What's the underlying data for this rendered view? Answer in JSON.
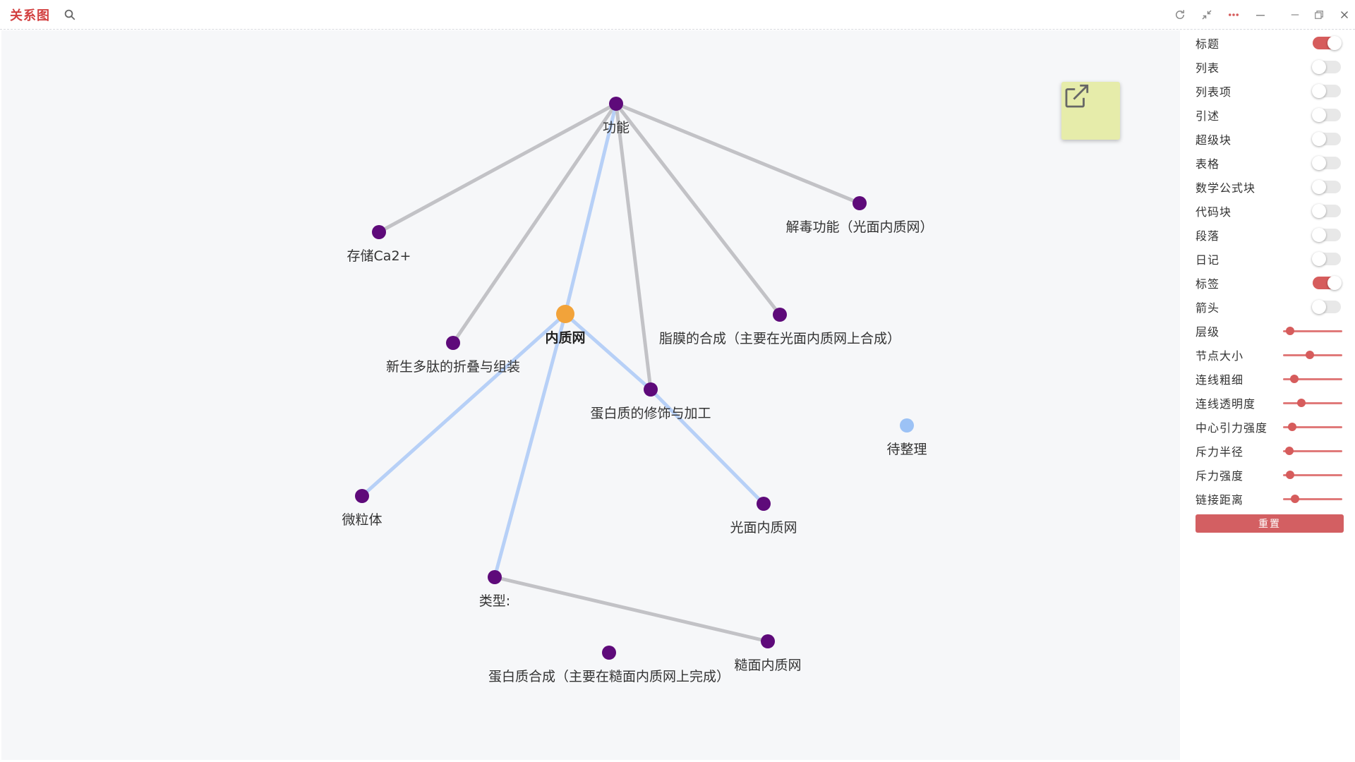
{
  "app": {
    "title": "关系图"
  },
  "toolbar": {
    "icons": [
      "search-icon",
      "refresh-icon",
      "collapse-icon",
      "more-icon",
      "minimize-panel-icon",
      "window-minimize-icon",
      "window-restore-icon",
      "window-close-icon"
    ]
  },
  "colors": {
    "accent": "#d65c5c",
    "node_default": "#5e0a7a",
    "node_current": "#f2a33a",
    "node_orphan": "#9cc2f5",
    "edge_default": "#c2c2c6",
    "edge_highlight": "#b7d0f7",
    "open_tile_bg": "#e6ecaa"
  },
  "graph": {
    "nodes": [
      {
        "id": "gongneng",
        "label": "功能",
        "type": "default",
        "bold": false
      },
      {
        "id": "cunchu",
        "label": "存储Ca2+",
        "type": "default",
        "bold": false
      },
      {
        "id": "jiedu",
        "label": "解毒功能（光面内质网）",
        "type": "default",
        "bold": false
      },
      {
        "id": "neizhiwang",
        "label": "内质网",
        "type": "current",
        "bold": true
      },
      {
        "id": "xinsheng",
        "label": "新生多肽的折叠与组装",
        "type": "default",
        "bold": false
      },
      {
        "id": "zhimo",
        "label": "脂膜的合成（主要在光面内质网上合成）",
        "type": "default",
        "bold": false
      },
      {
        "id": "danbaixiushi",
        "label": "蛋白质的修饰与加工",
        "type": "default",
        "bold": false
      },
      {
        "id": "daizhengli",
        "label": "待整理",
        "type": "orphan",
        "bold": false
      },
      {
        "id": "weilit",
        "label": "微粒体",
        "type": "default",
        "bold": false
      },
      {
        "id": "guangmian",
        "label": "光面内质网",
        "type": "default",
        "bold": false
      },
      {
        "id": "leixing",
        "label": "类型:",
        "type": "default",
        "bold": false
      },
      {
        "id": "danbaihecheng",
        "label": "蛋白质合成（主要在糙面内质网上完成）",
        "type": "default",
        "bold": false
      },
      {
        "id": "caomian",
        "label": "糙面内质网",
        "type": "default",
        "bold": false
      }
    ],
    "edges": [
      {
        "from": "gongneng",
        "to": "cunchu",
        "highlight": false
      },
      {
        "from": "gongneng",
        "to": "xinsheng",
        "highlight": false
      },
      {
        "from": "gongneng",
        "to": "neizhiwang",
        "highlight": true
      },
      {
        "from": "gongneng",
        "to": "danbaixiushi",
        "highlight": false
      },
      {
        "from": "gongneng",
        "to": "zhimo",
        "highlight": false
      },
      {
        "from": "gongneng",
        "to": "jiedu",
        "highlight": false
      },
      {
        "from": "neizhiwang",
        "to": "weilit",
        "highlight": true
      },
      {
        "from": "neizhiwang",
        "to": "leixing",
        "highlight": true
      },
      {
        "from": "neizhiwang",
        "to": "danbaixiushi",
        "highlight": true
      },
      {
        "from": "danbaixiushi",
        "to": "guangmian",
        "highlight": true
      },
      {
        "from": "leixing",
        "to": "caomian",
        "highlight": false
      }
    ]
  },
  "panel": {
    "toggles": [
      {
        "label": "标题",
        "on": true
      },
      {
        "label": "列表",
        "on": false
      },
      {
        "label": "列表项",
        "on": false
      },
      {
        "label": "引述",
        "on": false
      },
      {
        "label": "超级块",
        "on": false
      },
      {
        "label": "表格",
        "on": false
      },
      {
        "label": "数学公式块",
        "on": false
      },
      {
        "label": "代码块",
        "on": false
      },
      {
        "label": "段落",
        "on": false
      },
      {
        "label": "日记",
        "on": false
      },
      {
        "label": "标签",
        "on": true
      },
      {
        "label": "箭头",
        "on": false
      }
    ],
    "sliders": [
      {
        "label": "层级",
        "value": 0.12
      },
      {
        "label": "节点大小",
        "value": 0.45
      },
      {
        "label": "连线粗细",
        "value": 0.19
      },
      {
        "label": "连线透明度",
        "value": 0.31
      },
      {
        "label": "中心引力强度",
        "value": 0.15
      },
      {
        "label": "斥力半径",
        "value": 0.11
      },
      {
        "label": "斥力强度",
        "value": 0.12
      },
      {
        "label": "链接距离",
        "value": 0.2
      }
    ],
    "reset_label": "重置"
  }
}
